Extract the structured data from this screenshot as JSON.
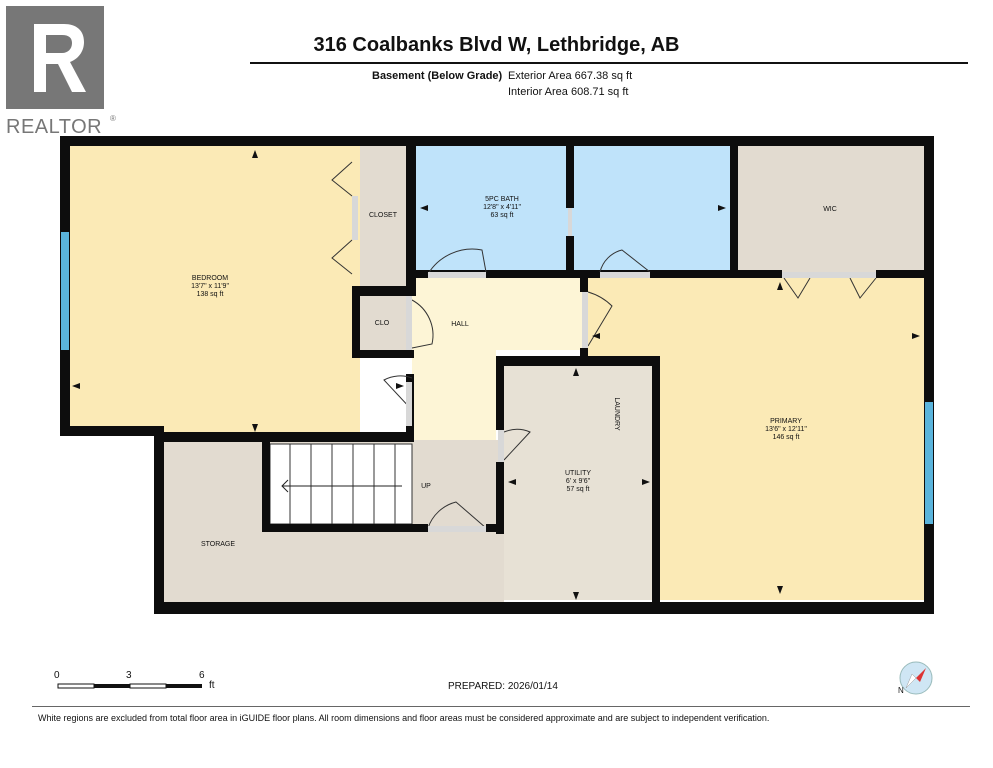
{
  "brand": {
    "logo_text": "REALTOR",
    "registered": "®"
  },
  "header": {
    "title": "316 Coalbanks Blvd W, Lethbridge, AB",
    "level_label": "Basement (Below Grade)",
    "exterior_area": "Exterior Area 667.38 sq ft",
    "interior_area": "Interior Area 608.71 sq ft"
  },
  "rooms": {
    "bedroom": {
      "name": "BEDROOM",
      "dims": "13'7\" x 11'9\"",
      "area": "138 sq ft"
    },
    "closet": {
      "name": "CLOSET"
    },
    "clo": {
      "name": "CLO"
    },
    "bath": {
      "name": "5PC BATH",
      "dims": "12'8\" x 4'11\"",
      "area": "63 sq ft"
    },
    "wic": {
      "name": "WIC"
    },
    "hall": {
      "name": "HALL"
    },
    "up": {
      "name": "UP"
    },
    "laundry": {
      "name": "LAUNDRY"
    },
    "utility": {
      "name": "UTILITY",
      "dims": "6' x 9'6\"",
      "area": "57 sq ft"
    },
    "primary": {
      "name": "PRIMARY",
      "dims": "13'6\" x 12'11\"",
      "area": "146 sq ft"
    },
    "storage": {
      "name": "STORAGE"
    }
  },
  "scale": {
    "ticks": [
      "0",
      "3",
      "6"
    ],
    "unit": "ft"
  },
  "prepared": "PREPARED: 2026/01/14",
  "footer": "White regions are excluded from total floor area in iGUIDE floor plans. All room dimensions and floor areas must be considered approximate and are subject to independent verification.",
  "compass_label": "N",
  "colors": {
    "bedroom": "#fbeab6",
    "bath": "#bfe3fa",
    "wic": "#e2dbd0",
    "hall": "#fdf5d6",
    "utility": "#e7e1d5",
    "primary": "#fbeab6",
    "storage": "#e2dbd0",
    "wall": "#0d0d0d",
    "window": "#5ab4dc"
  }
}
